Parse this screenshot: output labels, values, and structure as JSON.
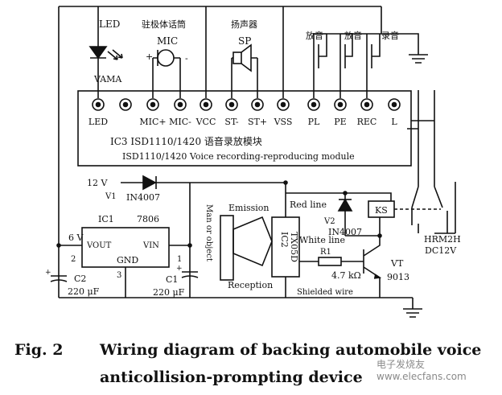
{
  "labels": {
    "led_top": "LED",
    "mic_cn": "驻极体话筒",
    "mic": "MIC",
    "speaker_cn": "扬声器",
    "sp": "SP",
    "play1": "放音",
    "play2": "放音",
    "record": "录音",
    "vama": "VAMA",
    "plus": "+",
    "minus": "-"
  },
  "chip": {
    "pins": [
      "LED",
      "MIC+",
      "MIC-",
      "VCC",
      "ST-",
      "ST+",
      "VSS",
      "PL",
      "PE",
      "REC",
      "L"
    ],
    "name_line1": "IC3  ISD1110/1420 语音录放模块",
    "name_line2": "ISD1110/1420 Voice recording-reproducing module"
  },
  "supply": {
    "voltage": "12 V",
    "diode_ref": "V1",
    "diode_part": "IN4007"
  },
  "regulator": {
    "ref": "IC1",
    "part": "7806",
    "vout": "VOUT",
    "vin": "VIN",
    "gnd": "GND",
    "pin1": "1",
    "pin2": "2",
    "pin3": "3",
    "out_voltage": "6 V"
  },
  "caps": {
    "c2_ref": "C2",
    "c2_value": "220 μF",
    "c1_ref": "C1",
    "c1_value": "220 μF"
  },
  "sensor": {
    "target": "Man or object",
    "emission": "Emission",
    "reception": "Reception",
    "ic2": "IC2",
    "ic2_part": "TX05D",
    "red_line": "Red line",
    "white_line": "White line",
    "shielded": "Shielded wire"
  },
  "relay": {
    "ks": "KS",
    "diode_ref": "V2",
    "diode_part": "IN4007",
    "model": "HRM2H",
    "coil": "DC12V"
  },
  "transistor": {
    "r_ref": "R1",
    "r_value": "4.7 kΩ",
    "vt": "VT",
    "part": "9013"
  },
  "caption": {
    "fig": "Fig. 2",
    "line1": "Wiring diagram of backing automobile voice",
    "line2": "anticollision-prompting device"
  },
  "watermark": "电子发烧友 www.elecfans.com"
}
